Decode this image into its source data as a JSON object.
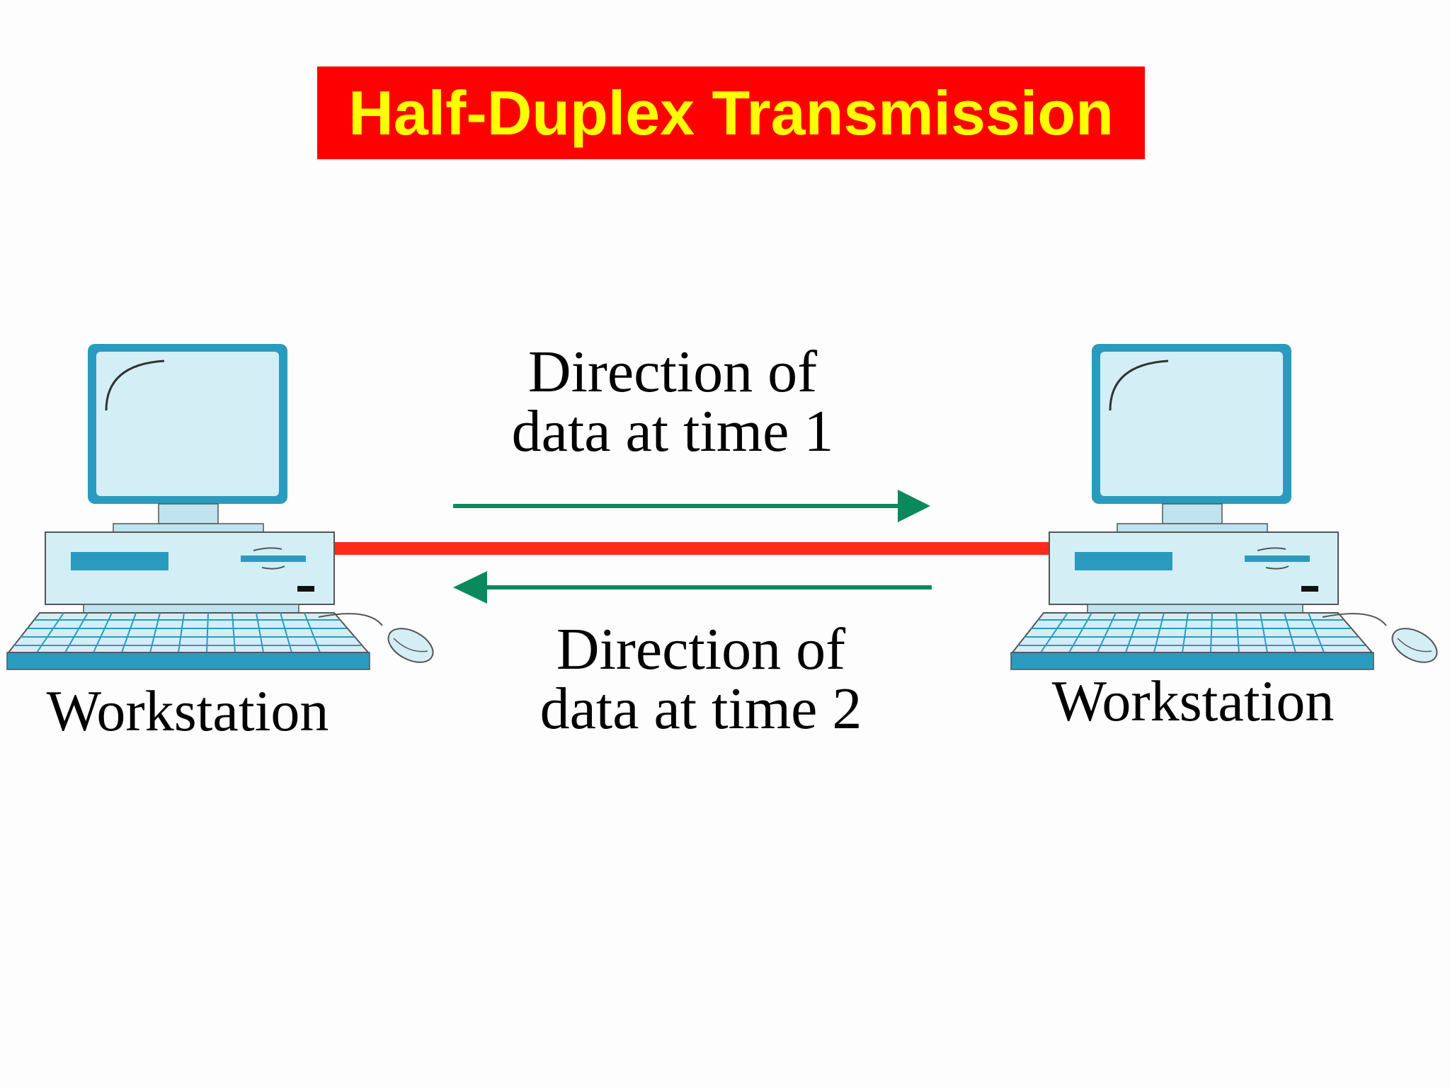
{
  "title": "Half-Duplex Transmission",
  "colors": {
    "title_background": "#ff0000",
    "title_text": "#ffff00",
    "link_line": "#ff2a1a",
    "arrow": "#0a8a5c",
    "computer_fill": "#d4eef6",
    "computer_accent": "#2a9bbf"
  },
  "workstations": [
    {
      "label": "Workstation"
    },
    {
      "label": "Workstation"
    }
  ],
  "directions": [
    {
      "line1": "Direction of",
      "line2": "data at time 1",
      "arrow": "left-to-right"
    },
    {
      "line1": "Direction of",
      "line2": "data at time 2",
      "arrow": "right-to-left"
    }
  ]
}
